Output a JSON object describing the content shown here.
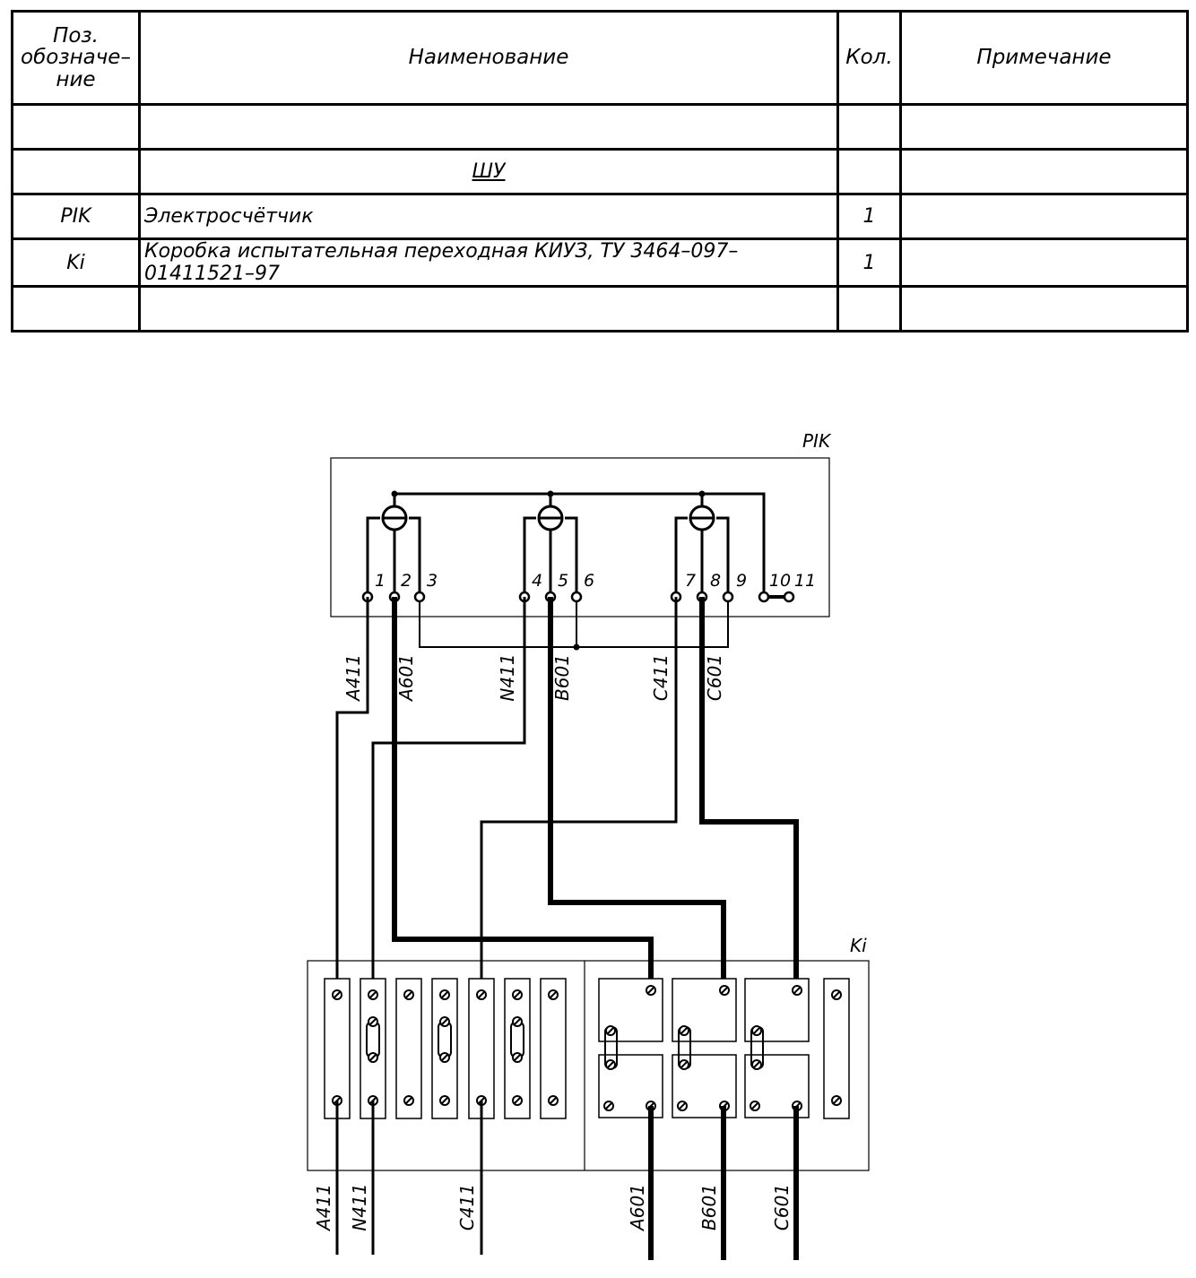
{
  "table": {
    "headers": {
      "pos": "Поз.\nобозначе–\nние",
      "name": "Наименование",
      "qty": "Кол.",
      "note": "Примечание"
    },
    "rows": [
      {
        "pos": "",
        "name": "",
        "qty": "",
        "note": ""
      },
      {
        "pos": "",
        "name": "ШУ",
        "qty": "",
        "note": ""
      },
      {
        "pos": "PIK",
        "name": "Электросчётчик",
        "qty": "1",
        "note": ""
      },
      {
        "pos": "Ki",
        "name": "Коробка испытательная переходная КИУЗ, ТУ 3464–097–01411521–97",
        "qty": "1",
        "note": ""
      },
      {
        "pos": "",
        "name": "",
        "qty": "",
        "note": ""
      }
    ]
  },
  "diagram": {
    "meter_label": "PIK",
    "box_label": "Ki",
    "terminals": [
      "1",
      "2",
      "3",
      "4",
      "5",
      "6",
      "7",
      "8",
      "9",
      "10",
      "11"
    ],
    "upper_wires": [
      "A411",
      "A601",
      "N411",
      "B601",
      "C411",
      "C601"
    ],
    "lower_wires": [
      "A411",
      "N411",
      "C411",
      "A601",
      "B601",
      "C601"
    ]
  }
}
